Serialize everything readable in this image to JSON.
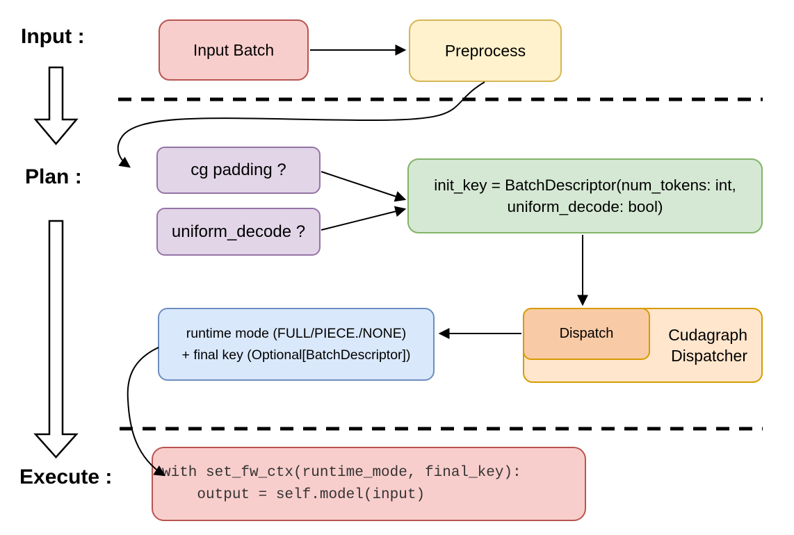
{
  "canvas": {
    "background": "#ffffff"
  },
  "stages": {
    "input_label": "Input :",
    "plan_label": "Plan :",
    "execute_label": "Execute :"
  },
  "nodes": {
    "input_batch": {
      "label": "Input Batch",
      "fill": "#f8cecc",
      "border": "#b85450"
    },
    "preprocess": {
      "label": "Preprocess",
      "fill": "#fff2cc",
      "border": "#d6b656"
    },
    "cg_padding": {
      "label": "cg padding ?",
      "fill": "#e1d5e7",
      "border": "#9673a6"
    },
    "uniform_decode": {
      "label": "uniform_decode ?",
      "fill": "#e1d5e7",
      "border": "#9673a6"
    },
    "init_key": {
      "line1": "init_key = BatchDescriptor(num_tokens: int,",
      "line2": "uniform_decode: bool)",
      "fill": "#d5e8d4",
      "border": "#82b366"
    },
    "dispatch": {
      "label": "Dispatch",
      "fill": "#f8cba6",
      "border": "#d79b00"
    },
    "cudagraph_dispatcher": {
      "line1": "Cudagraph",
      "line2": "Dispatcher",
      "fill": "#ffe6cc",
      "border": "#d79b00"
    },
    "runtime_mode": {
      "line1": "runtime mode (FULL/PIECE./NONE)",
      "line2": "+ final key (Optional[BatchDescriptor])",
      "fill": "#dae8fc",
      "border": "#6c8ebf"
    },
    "execute_code": {
      "line1": "with set_fw_ctx(runtime_mode, final_key):",
      "line2": "    output = self.model(input)",
      "fill": "#f8cecc",
      "border": "#b85450",
      "text_color": "#333333"
    }
  },
  "connector_color": "#000000"
}
